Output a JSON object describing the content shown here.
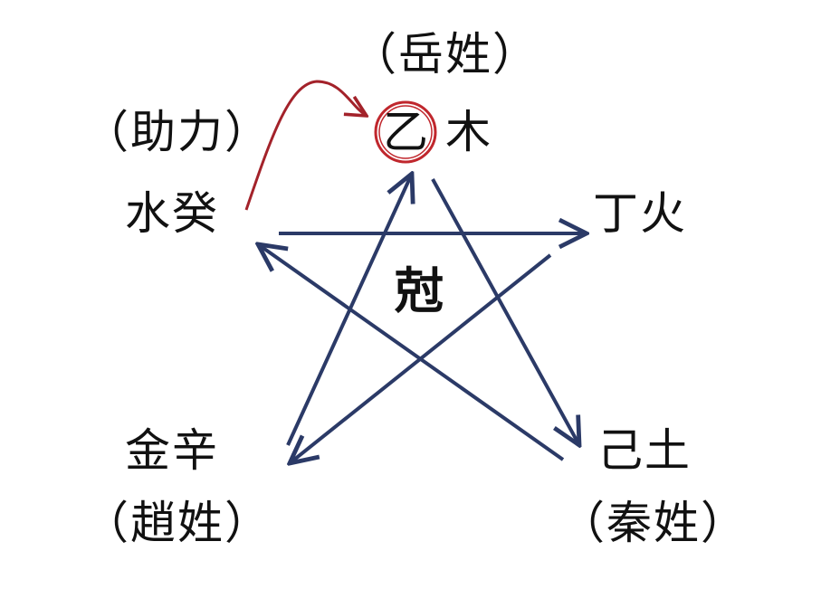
{
  "labels": {
    "top_note": "（岳姓）",
    "top_node_char1": "乙",
    "top_node_char2": "木",
    "left_note": "（助力）",
    "left_node": "水癸",
    "right_node": "丁火",
    "center": "尅",
    "bottom_left_node": "金辛",
    "bottom_left_note": "（趙姓）",
    "bottom_right_node": "己土",
    "bottom_right_note": "（秦姓）"
  },
  "colors": {
    "arrow": "#2b3a67",
    "highlight_circle": "#c0272d",
    "curved_arrow": "#a3222a",
    "text": "#111111"
  }
}
